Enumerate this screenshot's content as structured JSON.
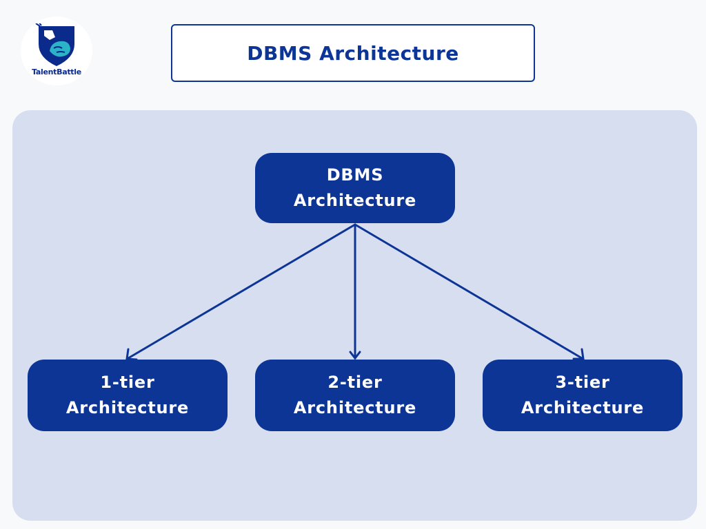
{
  "brand": {
    "logo_text": "TalentBattle",
    "accent_color": "#0d3596",
    "logo_colors": [
      "#0a2a8c",
      "#2bb3c8"
    ]
  },
  "header": {
    "title": "DBMS Architecture"
  },
  "diagram": {
    "root": {
      "line1": "DBMS",
      "line2": "Architecture"
    },
    "children": [
      {
        "line1": "1-tier",
        "line2": "Architecture"
      },
      {
        "line1": "2-tier",
        "line2": "Architecture"
      },
      {
        "line1": "3-tier",
        "line2": "Architecture"
      }
    ],
    "edges": [
      {
        "from": "root",
        "to": "children.0"
      },
      {
        "from": "root",
        "to": "children.1"
      },
      {
        "from": "root",
        "to": "children.2"
      }
    ],
    "panel_color": "#d7deef",
    "node_color": "#0d3596"
  }
}
